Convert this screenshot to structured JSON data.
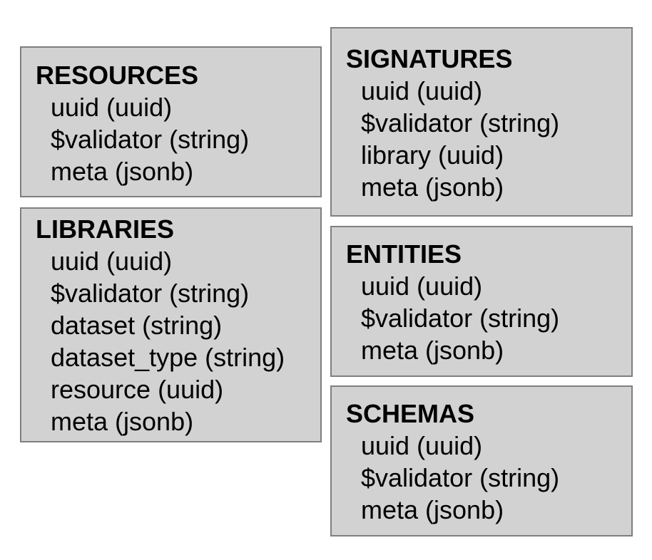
{
  "tables": [
    {
      "id": "resources",
      "name": "RESOURCES",
      "fields": [
        "uuid (uuid)",
        "$validator (string)",
        "meta (jsonb)"
      ]
    },
    {
      "id": "libraries",
      "name": "LIBRARIES",
      "fields": [
        "uuid (uuid)",
        "$validator (string)",
        "dataset (string)",
        "dataset_type (string)",
        "resource (uuid)",
        "meta (jsonb)"
      ]
    },
    {
      "id": "signatures",
      "name": "SIGNATURES",
      "fields": [
        "uuid (uuid)",
        "$validator (string)",
        "library (uuid)",
        "meta (jsonb)"
      ]
    },
    {
      "id": "entities",
      "name": "ENTITIES",
      "fields": [
        "uuid (uuid)",
        "$validator (string)",
        "meta (jsonb)"
      ]
    },
    {
      "id": "schemas",
      "name": "SCHEMAS",
      "fields": [
        "uuid (uuid)",
        "$validator (string)",
        "meta (jsonb)"
      ]
    }
  ],
  "colors": {
    "box_fill": "#d2d2d2",
    "box_border": "#7f7f7f",
    "text": "#000000",
    "background": "#ffffff"
  }
}
